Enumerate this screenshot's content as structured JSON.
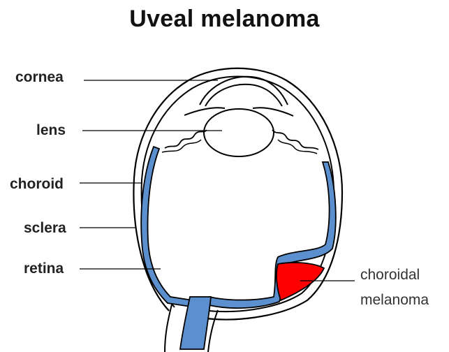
{
  "title": "Uveal melanoma",
  "labels": {
    "cornea": "cornea",
    "lens": "lens",
    "choroid": "choroid",
    "sclera": "sclera",
    "retina": "retina",
    "tumor_line1": "choroidal",
    "tumor_line2": "melanoma"
  },
  "colors": {
    "choroid": "#5b8fcd",
    "tumor": "#ff0000",
    "outline": "#000000"
  }
}
